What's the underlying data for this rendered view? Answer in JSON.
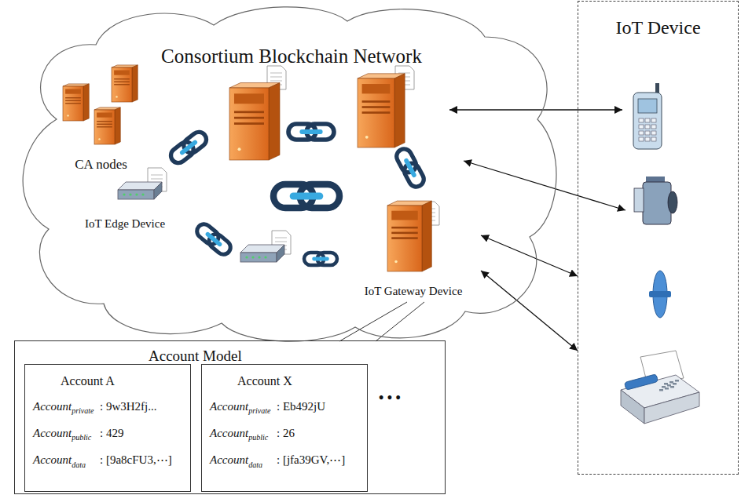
{
  "diagram": {
    "nodes": [
      {
        "text": [
          "Consortium Blockchain Network"
        ]
      },
      {
        "text": [
          "CA nodes"
        ],
        "in": 0
      },
      {
        "text": [
          "IoT Edge Device"
        ],
        "in": 0
      },
      {
        "text": [
          "IoT Gateway Device"
        ],
        "in": 0
      },
      {
        "text": [
          "IoT Device"
        ]
      },
      {
        "text": [
          "Account Model"
        ]
      },
      {
        "text": [
          "Account A",
          "Account",
          "private",
          ": 9w3H2fj...",
          "Account",
          "public",
          ": 429",
          "Account",
          "data",
          ": [9a8cFU3,⋯]"
        ],
        "in": 5
      },
      {
        "text": [
          "Account X",
          "Account",
          "private",
          ": Eb492jU",
          "Account",
          "public",
          ": 26",
          "Account",
          "data",
          ": [jfa39GV,⋯]"
        ],
        "in": 5
      }
    ],
    "edges": [
      {
        "from": 3,
        "to": 4,
        "arrow": "both"
      },
      {
        "from": 3,
        "to": 4,
        "arrow": "both"
      }
    ],
    "labels": [
      "• • •"
    ]
  }
}
